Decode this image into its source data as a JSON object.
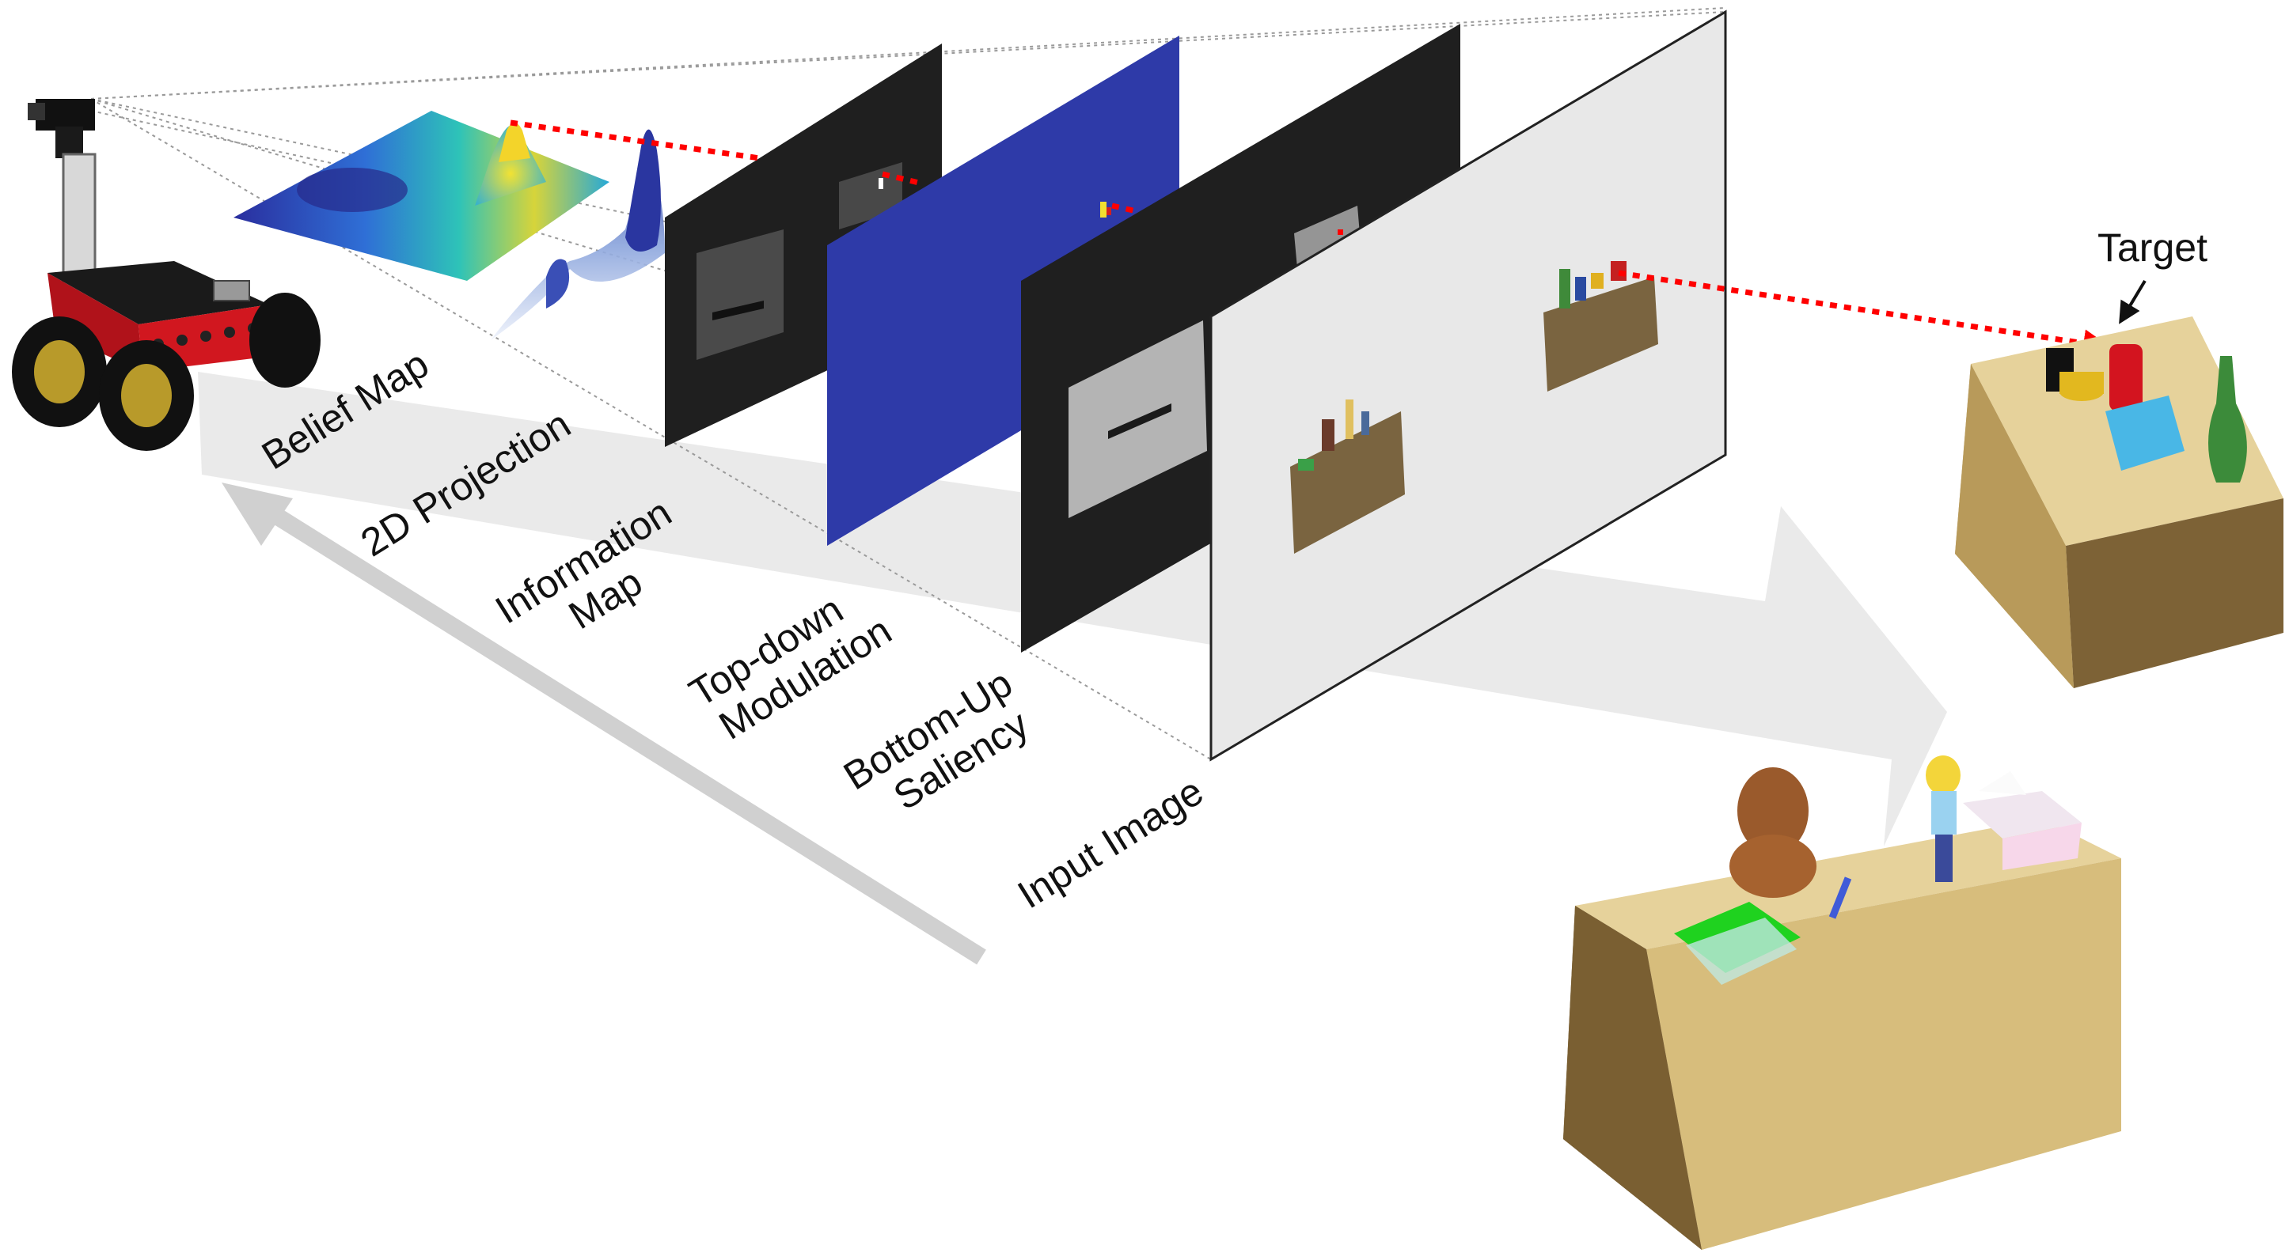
{
  "stages": [
    {
      "id": "belief-map",
      "lines": [
        "Belief Map"
      ]
    },
    {
      "id": "2d-projection",
      "lines": [
        "2D Projection"
      ]
    },
    {
      "id": "information-map",
      "lines": [
        "Information",
        "Map"
      ]
    },
    {
      "id": "top-down-modulation",
      "lines": [
        "Top-down",
        "Modulation"
      ]
    },
    {
      "id": "bottom-up-saliency",
      "lines": [
        "Bottom-Up",
        "Saliency"
      ]
    },
    {
      "id": "input-image",
      "lines": [
        "Input Image"
      ]
    }
  ],
  "target": {
    "label": "Target"
  },
  "colors": {
    "flow_arrow": "#d9d9d9",
    "highlight_dotted": "#ff0000",
    "dark_panel": "#1f1f1f",
    "blue_panel": "#2e3aa8",
    "light_panel": "#e8e8e8",
    "shelf": "#7a6440",
    "table_top": "#e6d29b",
    "table_front": "#b89a5a",
    "table_side": "#7d6236",
    "robot_red": "#c4161c",
    "robot_black": "#111111"
  }
}
